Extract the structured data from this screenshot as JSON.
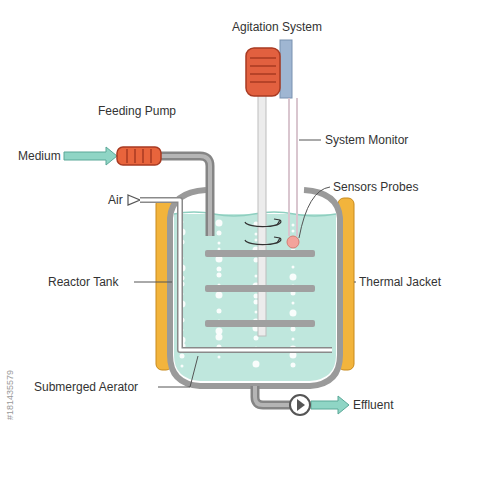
{
  "diagram": {
    "labels": [
      "Agitation System",
      "Feeding Pump",
      "Medium",
      "System Monitor",
      "Sensors Probes",
      "Air",
      "Reactor Tank",
      "Thermal Jacket",
      "Submerged Aerator",
      "Effluent",
      "#181435579"
    ]
  }
}
